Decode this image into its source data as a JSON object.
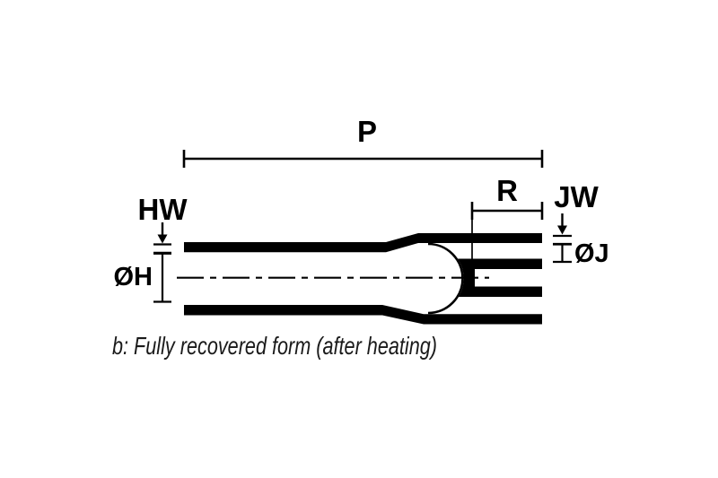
{
  "diagram": {
    "caption": "b: Fully recovered form (after heating)",
    "dimensions": {
      "overall_length_label": "P",
      "leg_length_label": "R",
      "left_wall_label": "HW",
      "right_wall_label": "JW",
      "left_diameter_label": "ØH",
      "right_diameter_label": "ØJ"
    },
    "colors": {
      "line": "#000000",
      "background": "#ffffff"
    }
  }
}
